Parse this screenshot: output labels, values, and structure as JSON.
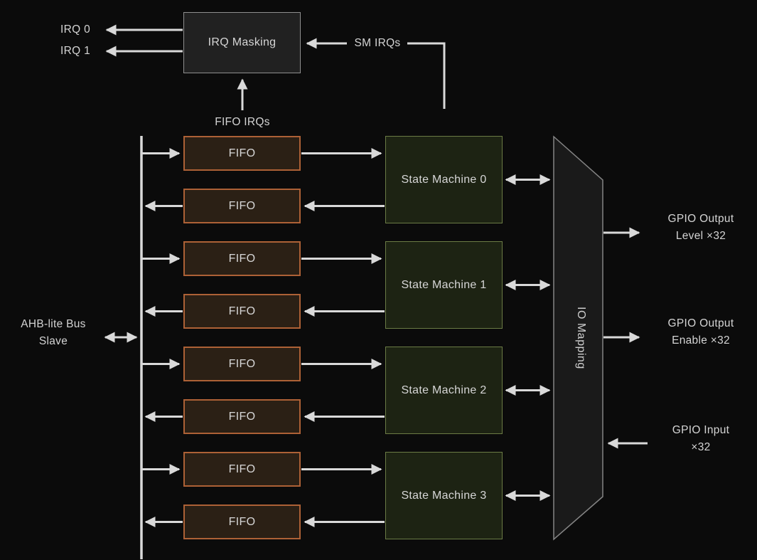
{
  "diagram_type": "block-diagram",
  "colors": {
    "background": "#0b0b0b",
    "line": "#d9d9d9",
    "text": "#d4d4d4",
    "fifo_border": "#ad6136",
    "fifo_fill": "#2b2015",
    "state_machine_border": "#6b7b45",
    "state_machine_fill": "#1d2313",
    "irq_masking_border": "#8f8f8f",
    "irq_masking_fill": "#212121",
    "io_mapping_border": "#858585",
    "io_mapping_fill": "#1a1a1a"
  },
  "irq_masking_label": "IRQ Masking",
  "irq0_label": "IRQ 0",
  "irq1_label": "IRQ 1",
  "fifo_irqs_label": "FIFO IRQs",
  "sm_irqs_label": "SM IRQs",
  "ahb": {
    "line1": "AHB-lite Bus",
    "line2": "Slave"
  },
  "fifo_label": "FIFO",
  "state_machines": [
    {
      "label": "State Machine 0"
    },
    {
      "label": "State Machine 1"
    },
    {
      "label": "State Machine 2"
    },
    {
      "label": "State Machine 3"
    }
  ],
  "io_mapping_label": "IO Mapping",
  "gpio_output_level": {
    "line1": "GPIO Output",
    "line2": "Level ×32"
  },
  "gpio_output_enable": {
    "line1": "GPIO Output",
    "line2": "Enable ×32"
  },
  "gpio_input": {
    "line1": "GPIO Input",
    "line2": "×32"
  }
}
